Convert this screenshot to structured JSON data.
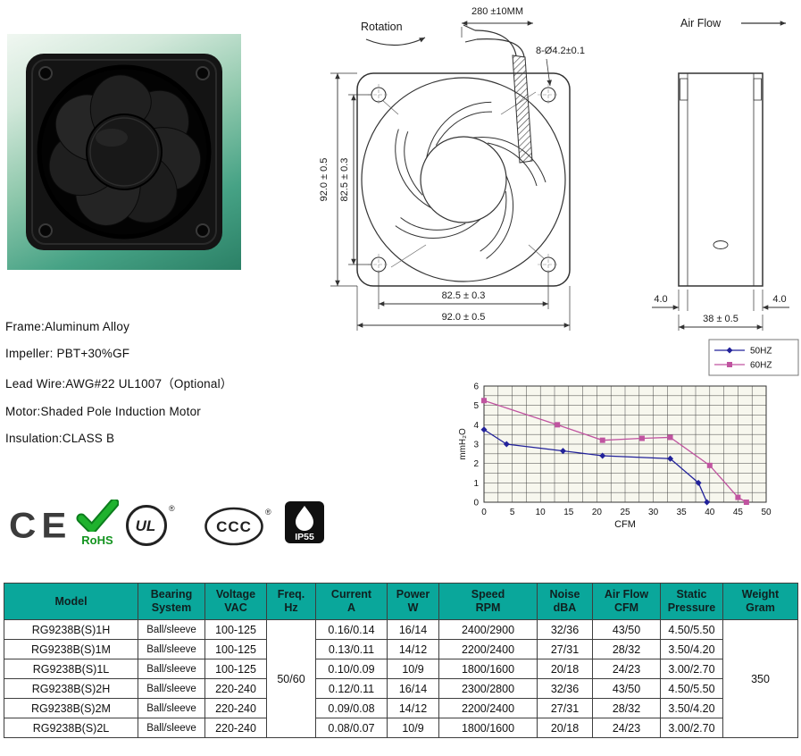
{
  "photo": {
    "name": "axial-fan-product-photo"
  },
  "drawing_front": {
    "rotation_label": "Rotation",
    "lead_dim": "280 ±10MM",
    "hole_label": "8-Ø4.2±0.1",
    "dim_outer_v": "92.0 ± 0.5",
    "dim_inner_v": "82.5 ± 0.3",
    "dim_inner_h": "82.5 ± 0.3",
    "dim_outer_h": "92.0 ± 0.5"
  },
  "drawing_side": {
    "airflow_label": "Air Flow",
    "dim_left": "4.0",
    "dim_right": "4.0",
    "dim_width": "38 ± 0.5"
  },
  "specs": [
    "Frame:Aluminum Alloy",
    "Impeller: PBT+30%GF",
    "Lead Wire:AWG#22 UL1007（Optional）",
    "Motor:Shaded Pole Induction Motor",
    "Insulation:CLASS B"
  ],
  "certs": {
    "ce": "CE",
    "rohs": "RoHS",
    "ul": "UL",
    "ccc": "CCC",
    "ip55": "IP55"
  },
  "chart_data": {
    "type": "line",
    "title": "",
    "xlabel": "CFM",
    "ylabel": "mmH₂O",
    "xlim": [
      0,
      50
    ],
    "ylim": [
      0,
      6
    ],
    "xticks": [
      0,
      5,
      10,
      15,
      20,
      25,
      30,
      35,
      40,
      45,
      50
    ],
    "yticks": [
      0,
      1,
      2,
      3,
      4,
      5,
      6
    ],
    "x_grid_step": 2.5,
    "y_grid_step": 0.5,
    "grid": true,
    "legend_position": "top-right",
    "series": [
      {
        "name": "50HZ",
        "color": "#22229a",
        "marker": "diamond",
        "points": [
          [
            0,
            3.75
          ],
          [
            4,
            3.0
          ],
          [
            14,
            2.65
          ],
          [
            21,
            2.4
          ],
          [
            33,
            2.25
          ],
          [
            38,
            1.0
          ],
          [
            39.5,
            0
          ]
        ]
      },
      {
        "name": "60HZ",
        "color": "#c054a0",
        "marker": "square",
        "points": [
          [
            0,
            5.25
          ],
          [
            13,
            4.0
          ],
          [
            21,
            3.2
          ],
          [
            28,
            3.3
          ],
          [
            33,
            3.35
          ],
          [
            40,
            1.9
          ],
          [
            45,
            0.25
          ],
          [
            46.5,
            0
          ]
        ]
      }
    ]
  },
  "table": {
    "headers": [
      "Model",
      "Bearing\nSystem",
      "Voltage\nVAC",
      "Freq.\nHz",
      "Current\nA",
      "Power\nW",
      "Speed\nRPM",
      "Noise\ndBA",
      "Air Flow\nCFM",
      "Static\nPressure",
      "Weight\nGram"
    ],
    "freq_hz": "50/60",
    "weight_gram": "350",
    "rows": [
      {
        "model": "RG9238B(S)1H",
        "bearing": "Ball/sleeve",
        "voltage": "100-125",
        "current": "0.16/0.14",
        "power": "16/14",
        "speed": "2400/2900",
        "noise": "32/36",
        "airflow": "43/50",
        "pressure": "4.50/5.50"
      },
      {
        "model": "RG9238B(S)1M",
        "bearing": "Ball/sleeve",
        "voltage": "100-125",
        "current": "0.13/0.11",
        "power": "14/12",
        "speed": "2200/2400",
        "noise": "27/31",
        "airflow": "28/32",
        "pressure": "3.50/4.20"
      },
      {
        "model": "RG9238B(S)1L",
        "bearing": "Ball/sleeve",
        "voltage": "100-125",
        "current": "0.10/0.09",
        "power": "10/9",
        "speed": "1800/1600",
        "noise": "20/18",
        "airflow": "24/23",
        "pressure": "3.00/2.70"
      },
      {
        "model": "RG9238B(S)2H",
        "bearing": "Ball/sleeve",
        "voltage": "220-240",
        "current": "0.12/0.11",
        "power": "16/14",
        "speed": "2300/2800",
        "noise": "32/36",
        "airflow": "43/50",
        "pressure": "4.50/5.50"
      },
      {
        "model": "RG9238B(S)2M",
        "bearing": "Ball/sleeve",
        "voltage": "220-240",
        "current": "0.09/0.08",
        "power": "14/12",
        "speed": "2200/2400",
        "noise": "27/31",
        "airflow": "28/32",
        "pressure": "3.50/4.20"
      },
      {
        "model": "RG9238B(S)2L",
        "bearing": "Ball/sleeve",
        "voltage": "220-240",
        "current": "0.08/0.07",
        "power": "10/9",
        "speed": "1800/1600",
        "noise": "20/18",
        "airflow": "24/23",
        "pressure": "3.00/2.70"
      }
    ]
  }
}
